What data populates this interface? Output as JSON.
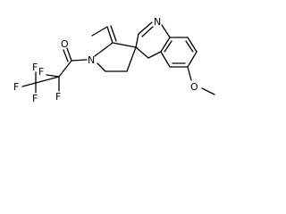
{
  "molecule": {
    "atoms": {
      "N_indole": "N",
      "O_carbonyl": "O",
      "N_pyrrolidine": "N",
      "O_methoxy": "O",
      "F1": "F",
      "F2": "F",
      "F3": "F",
      "F4": "F",
      "F5": "F"
    },
    "colors": {
      "ink": "#000000",
      "background": "#ffffff"
    }
  }
}
